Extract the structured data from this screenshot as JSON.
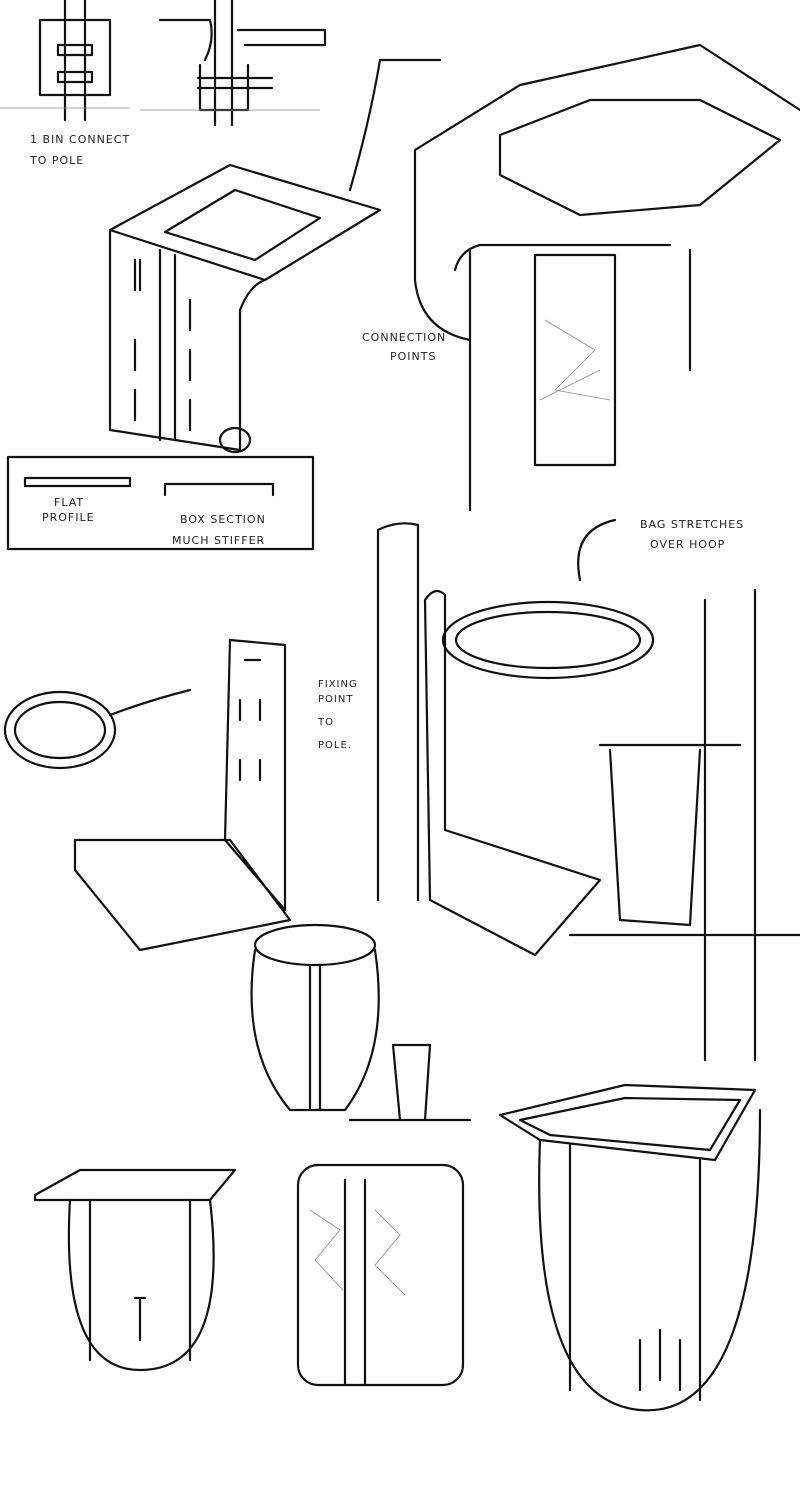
{
  "annotations": {
    "bin_connect": [
      "1 BIN CONNECT",
      "TO POLE"
    ],
    "connection_points": [
      "CONNECTION",
      "POINTS"
    ],
    "flat_profile": [
      "FLAT",
      "PROFILE"
    ],
    "box_section": [
      "BOX SECTION",
      "MUCH STIFFER"
    ],
    "bag_stretches": [
      "BAG STRETCHES",
      "OVER HOOP"
    ],
    "fixing_point": [
      "FIXING",
      "POINT",
      "TO",
      "POLE."
    ]
  }
}
